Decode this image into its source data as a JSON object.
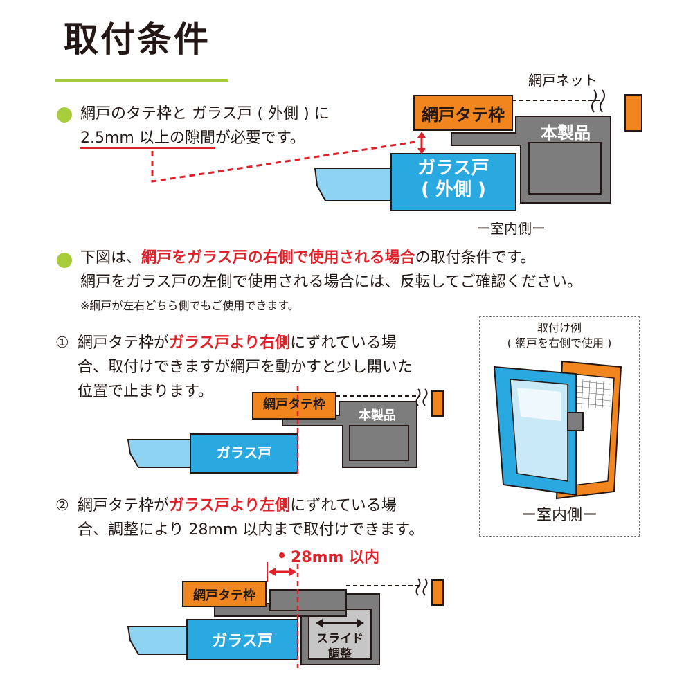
{
  "title": "取付条件",
  "sec1": {
    "line1": "網戸のタテ枠と ガラス戸 ( 外側 ) に",
    "line2a": "2.5mm 以上の隙間",
    "line2b": "が必要です。",
    "label_net": "網戸ネット",
    "label_frame": "網戸タテ枠",
    "label_product": "本製品",
    "label_glass1": "ガラス戸",
    "label_glass2": "( 外側 )",
    "label_indoor": "ー室内側ー"
  },
  "sec2": {
    "l1a": "下図は、",
    "l1b": "網戸をガラス戸の右側で使用される場合",
    "l1c": "の取付条件です。",
    "l2": "網戸をガラス戸の左側で使用される場合には、反転してご確認ください。",
    "note": "※網戸が左右どちら側でもご使用できます。"
  },
  "case1": {
    "num": "①",
    "l1a": "網戸タテ枠が",
    "l1b": "ガラス戸より右側",
    "l1c": "にずれている場",
    "l2": "合、取付けできますが網戸を動かすと少し開いた",
    "l3": "位置で止まります。",
    "label_frame": "網戸タテ枠",
    "label_product": "本製品",
    "label_glass": "ガラス戸"
  },
  "inset": {
    "title": "取付け例",
    "subtitle": "( 網戸を右側で使用 )",
    "indoor": "ー室内側ー"
  },
  "case2": {
    "num": "②",
    "l1a": "網戸タテ枠が",
    "l1b": "ガラス戸より左側",
    "l1c": "にずれている場",
    "l2": "合、調整により 28mm 以内まで取付けできます。",
    "dim": "28mm 以内",
    "label_frame": "網戸タテ枠",
    "label_glass": "ガラス戸",
    "slide1": "スライド",
    "slide2": "調整"
  },
  "colors": {
    "accent_green": "#a8cd3a",
    "frame_orange": "#f0861d",
    "glass_blue": "#2aa8e0",
    "glass_light": "#8ed4f2",
    "product_gray": "#7d7d7e",
    "warning_red": "#e0212a"
  }
}
